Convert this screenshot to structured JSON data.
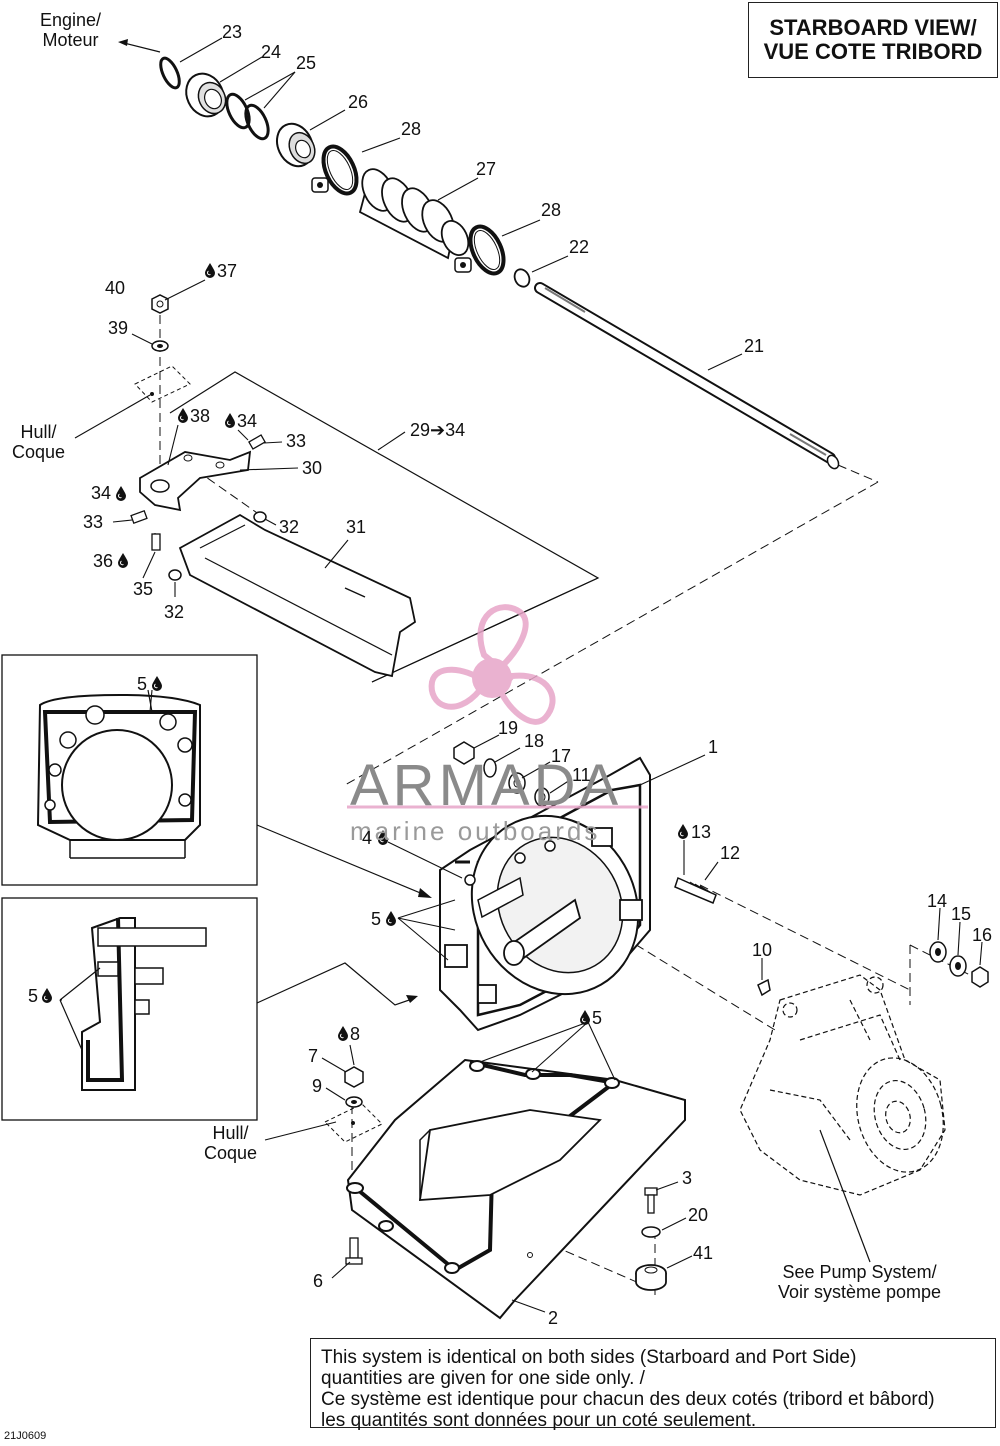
{
  "title": {
    "line1": "STARBOARD VIEW/",
    "line2": "VUE COTE TRIBORD"
  },
  "note": {
    "line1": "This system is identical on both sides (Starboard and Port Side)",
    "line2": "quantities are given for one side only. /",
    "line3": "Ce système est identique pour chacun des deux cotés (tribord et bâbord)",
    "line4": "les quantités sont données pour un coté seulement."
  },
  "doc_id": "21J0609",
  "labels": {
    "engine": {
      "line1": "Engine/",
      "line2": "Moteur"
    },
    "hull_upper": {
      "line1": "Hull/",
      "line2": "Coque"
    },
    "hull_lower": {
      "line1": "Hull/",
      "line2": "Coque"
    },
    "pump": {
      "line1": "See Pump System/",
      "line2": "Voir système pompe"
    },
    "range": "29➔34"
  },
  "callouts": {
    "p1": "1",
    "p2": "2",
    "p3": "3",
    "p4": "4",
    "p5a": "5",
    "p5b": "5",
    "p5c": "5",
    "p5d": "5",
    "p6": "6",
    "p7": "7",
    "p8": "8",
    "p9": "9",
    "p10": "10",
    "p11": "11",
    "p12": "12",
    "p13": "13",
    "p14": "14",
    "p15": "15",
    "p16": "16",
    "p17": "17",
    "p18": "18",
    "p19": "19",
    "p20": "20",
    "p21": "21",
    "p22": "22",
    "p23": "23",
    "p24": "24",
    "p25": "25",
    "p26": "26",
    "p27": "27",
    "p28a": "28",
    "p28b": "28",
    "p30": "30",
    "p31": "31",
    "p32a": "32",
    "p32b": "32",
    "p33a": "33",
    "p33b": "33",
    "p34a": "34",
    "p34b": "34",
    "p35": "35",
    "p36": "36",
    "p37": "37",
    "p38": "38",
    "p39": "39",
    "p40": "40",
    "p41": "41"
  },
  "watermark": {
    "brand": "ARMADA",
    "tagline": "marine outboards",
    "color": "#e7a5c8"
  },
  "colors": {
    "line": "#111111",
    "part_fill": "#ffffff",
    "shade": "#cfcfcf"
  }
}
